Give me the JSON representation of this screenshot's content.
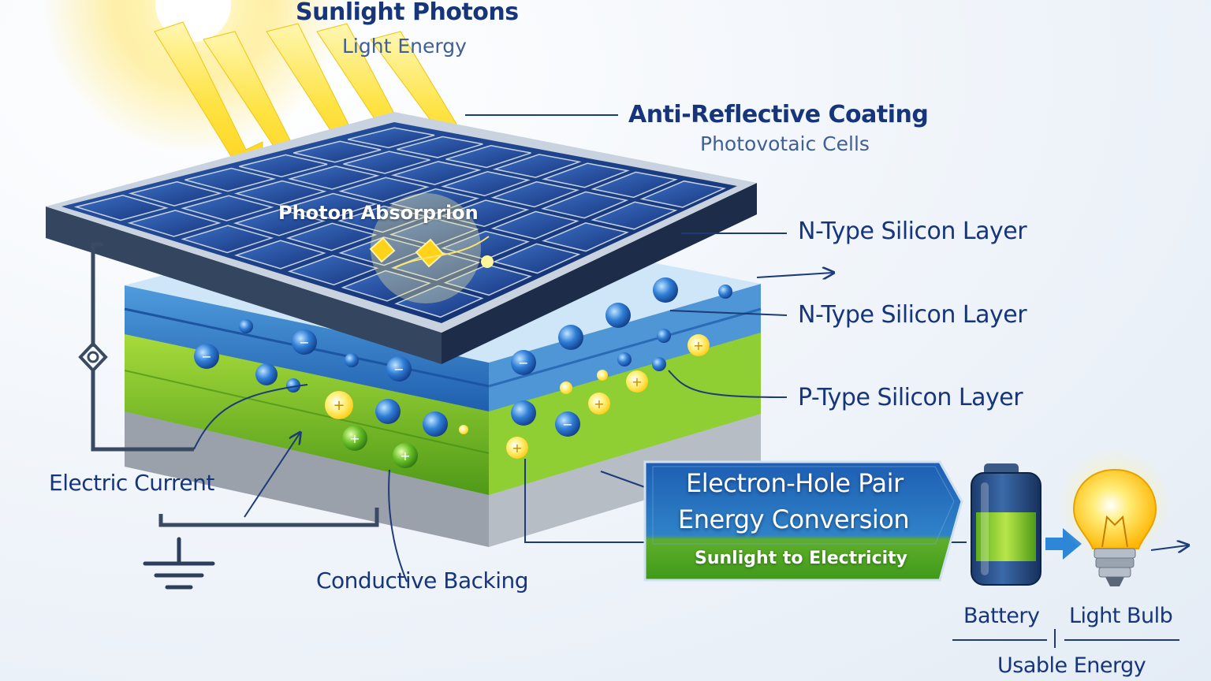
{
  "labels": {
    "sunlight_title": "Sunlight Photons",
    "sunlight_sub": "Light Energy",
    "coating_title": "Anti-Reflective Coating",
    "coating_sub": "Photovotaic Cells",
    "photon_absorption": "Photon Absorprion",
    "n_type_1": "N-Type Silicon Layer",
    "n_type_2": "N-Type Silicon Layer",
    "p_type": "P-Type Silicon Layer",
    "electric_current": "Electric Current",
    "conductive_backing": "Conductive Backing",
    "pair_line1": "Electron-Hole Pair",
    "pair_line2": "Energy Conversion",
    "pair_sub": "Sunlight to Electricity",
    "battery": "Battery",
    "light_bulb": "Light Bulb",
    "usable_energy": "Usable Energy"
  },
  "colors": {
    "title_blue": "#16357a",
    "sub_blue": "#3f5f95",
    "panel_blue": "#1d3f86",
    "n_layer_blue": "#2f7bc6",
    "p_layer_green": "#7cc22a",
    "sun_yellow": "#ffd21a"
  }
}
